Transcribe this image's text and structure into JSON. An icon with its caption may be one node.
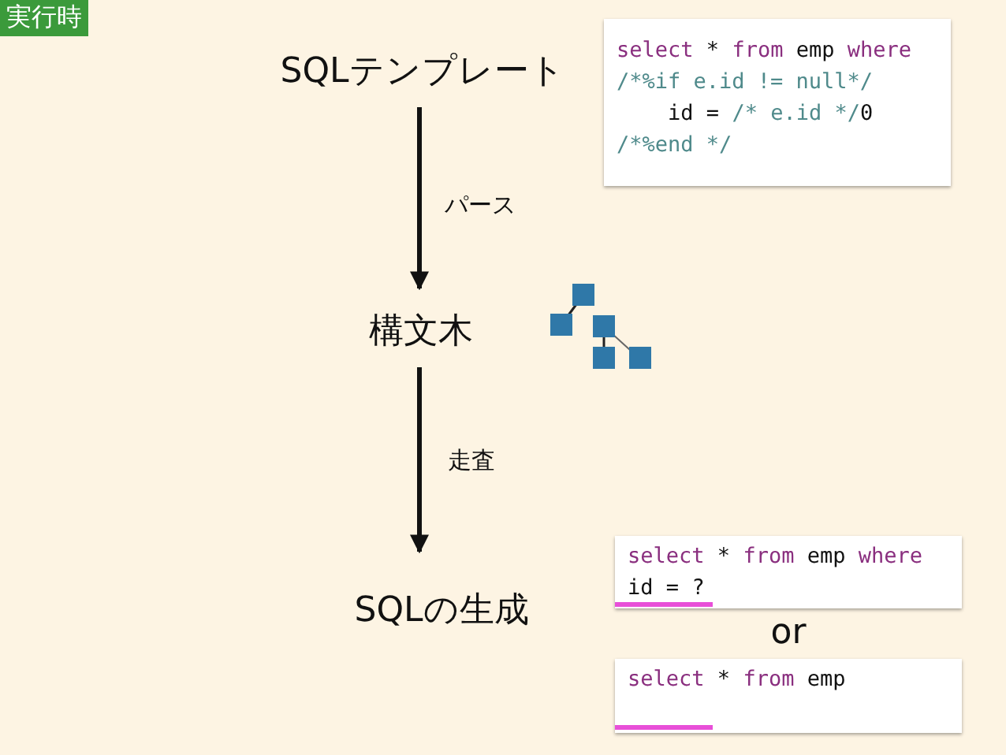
{
  "diagram": {
    "nodes": [
      {
        "text": [
          "SQLテンプレート"
        ]
      },
      {
        "text": [
          "構文木"
        ]
      },
      {
        "text": [
          "SQLの生成"
        ]
      },
      {
        "text": [
          "select * from emp where",
          "/*%if e.id != null*/",
          "    id = /* e.id */0",
          "/*%end */"
        ]
      },
      {
        "text": [
          "select * from emp where",
          "id = ?"
        ]
      },
      {
        "text": [
          "select * from emp"
        ]
      }
    ],
    "edges": [
      {
        "from": 0,
        "to": 1,
        "arrow": "to",
        "label": "パース"
      },
      {
        "from": 1,
        "to": 2,
        "arrow": "to",
        "label": "走査"
      }
    ],
    "labels": [
      "実行時",
      "or"
    ]
  }
}
